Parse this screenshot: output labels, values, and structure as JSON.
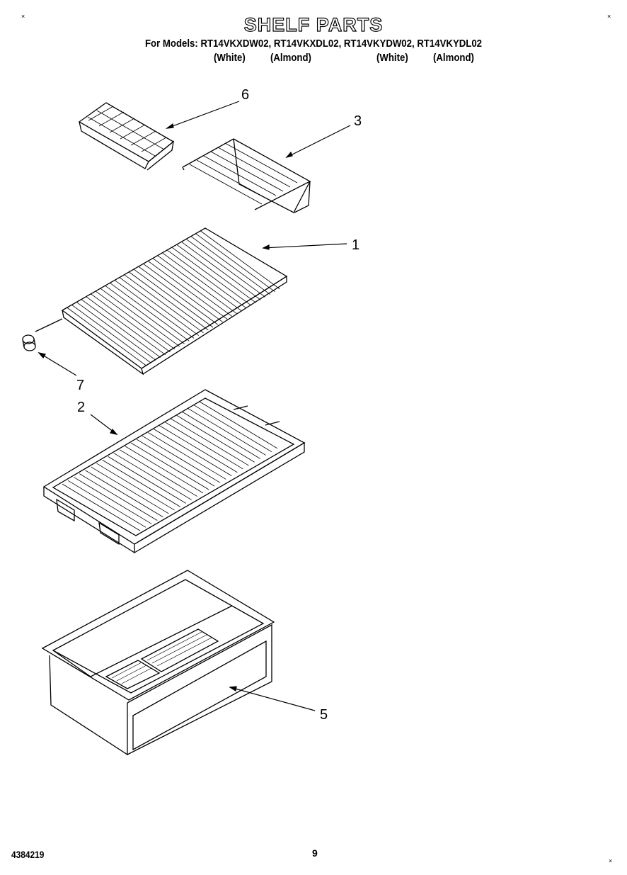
{
  "header": {
    "title": "SHELF PARTS",
    "models_line": "For Models: RT14VKXDW02, RT14VKXDL02, RT14VKYDW02, RT14VKYDL02",
    "colors": [
      "(White)",
      "(Almond)",
      "(White)",
      "(Almond)"
    ]
  },
  "callouts": [
    "6",
    "3",
    "1",
    "7",
    "2",
    "5"
  ],
  "footer": {
    "document_number": "4384219",
    "page_number": "9"
  }
}
